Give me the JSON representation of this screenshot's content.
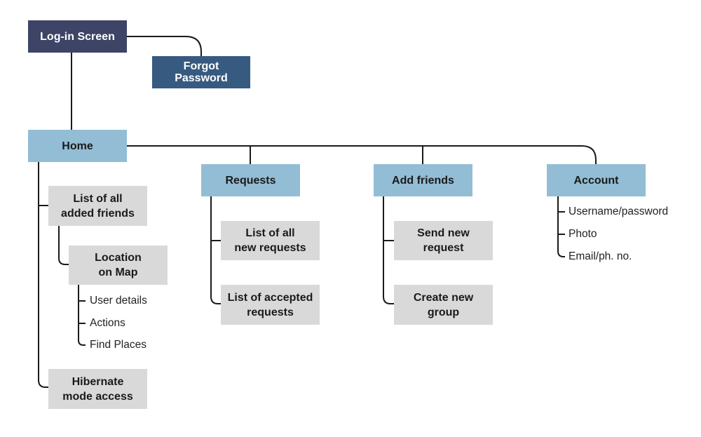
{
  "nodes": {
    "login": "Log-in Screen",
    "forgot": "Forgot\nPassword",
    "home": "Home",
    "requests": "Requests",
    "add_friends": "Add friends",
    "account": "Account",
    "list_friends": "List of all\nadded friends",
    "location": "Location\non Map",
    "hibernate": "Hibernate\nmode access",
    "new_requests": "List of all\nnew requests",
    "accepted_requests": "List of accepted\nrequests",
    "send_request": "Send new\nrequest",
    "create_group": "Create new\ngroup"
  },
  "location_items": [
    "User details",
    "Actions",
    "Find Places"
  ],
  "account_items": [
    "Username/password",
    "Photo",
    "Email/ph. no."
  ],
  "colors": {
    "login": "#3d4466",
    "forgot": "#375a80",
    "section": "#93bdd4",
    "item": "#d9d9d9",
    "line": "#1a1a1a"
  }
}
